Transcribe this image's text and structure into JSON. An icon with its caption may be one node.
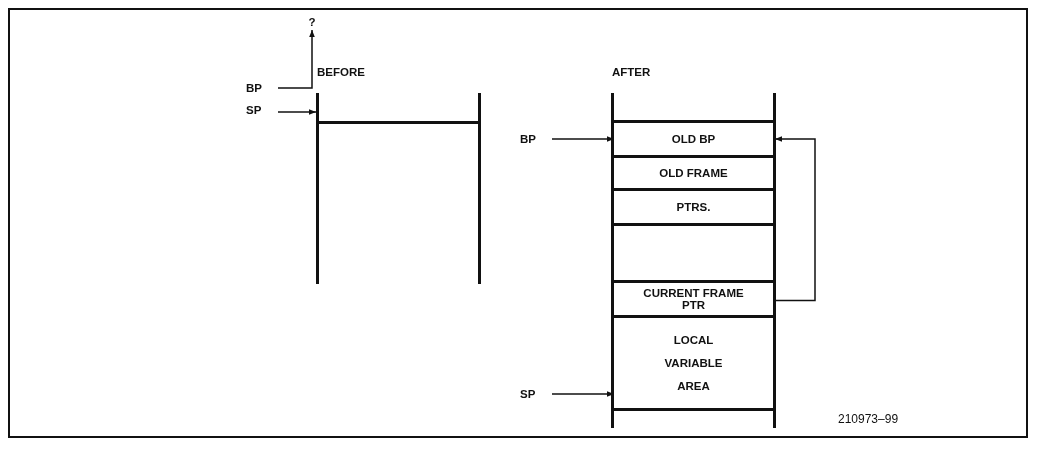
{
  "diagram": {
    "nodes": [
      {
        "text": [
          "?"
        ]
      },
      {
        "text": [
          "BP"
        ]
      },
      {
        "text": [
          "SP"
        ]
      },
      {
        "text": [
          "BEFORE"
        ]
      },
      {
        "text": [
          "AFTER"
        ]
      },
      {
        "text": [
          "BP"
        ]
      },
      {
        "text": [
          "OLD BP"
        ],
        "in": 4
      },
      {
        "text": [
          "OLD FRAME"
        ],
        "in": 4
      },
      {
        "text": [
          "PTRS."
        ],
        "in": 4
      },
      {
        "text": [],
        "shape": "box",
        "in": 4
      },
      {
        "text": [
          "CURRENT FRAME PTR"
        ],
        "in": 4
      },
      {
        "text": [
          "LOCAL VARIABLE AREA"
        ],
        "in": 4
      },
      {
        "text": [
          "SP"
        ]
      }
    ],
    "edges": [
      {
        "from": 1,
        "to": 0,
        "arrow": "to"
      },
      {
        "from": 2,
        "to": 3,
        "arrow": "to"
      },
      {
        "from": 5,
        "to": 6,
        "arrow": "to"
      },
      {
        "from": 10,
        "to": 6,
        "arrow": "to"
      },
      {
        "from": 12,
        "to": 11,
        "arrow": "to"
      }
    ],
    "labels": [
      "210973–99"
    ]
  }
}
